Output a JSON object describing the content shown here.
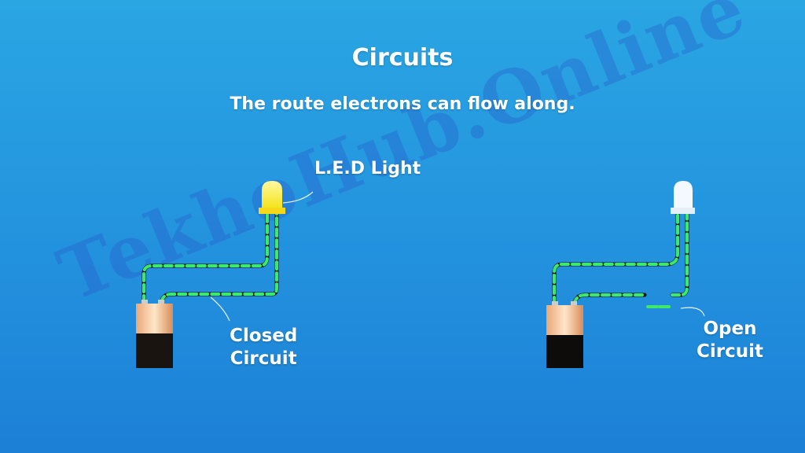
{
  "title": "Circuits",
  "subtitle": "The route electrons can flow along.",
  "labels": {
    "led": "L.E.D Light",
    "closed_line1": "Closed",
    "closed_line2": "Circuit",
    "open_line1": "Open",
    "open_line2": "Circuit"
  },
  "watermark": "TekhoHub.Online",
  "colors": {
    "wire_dash": "#3ee86a",
    "wire_core": "#111111",
    "led_on": "#fff23a",
    "led_off": "#f4f8ff"
  }
}
